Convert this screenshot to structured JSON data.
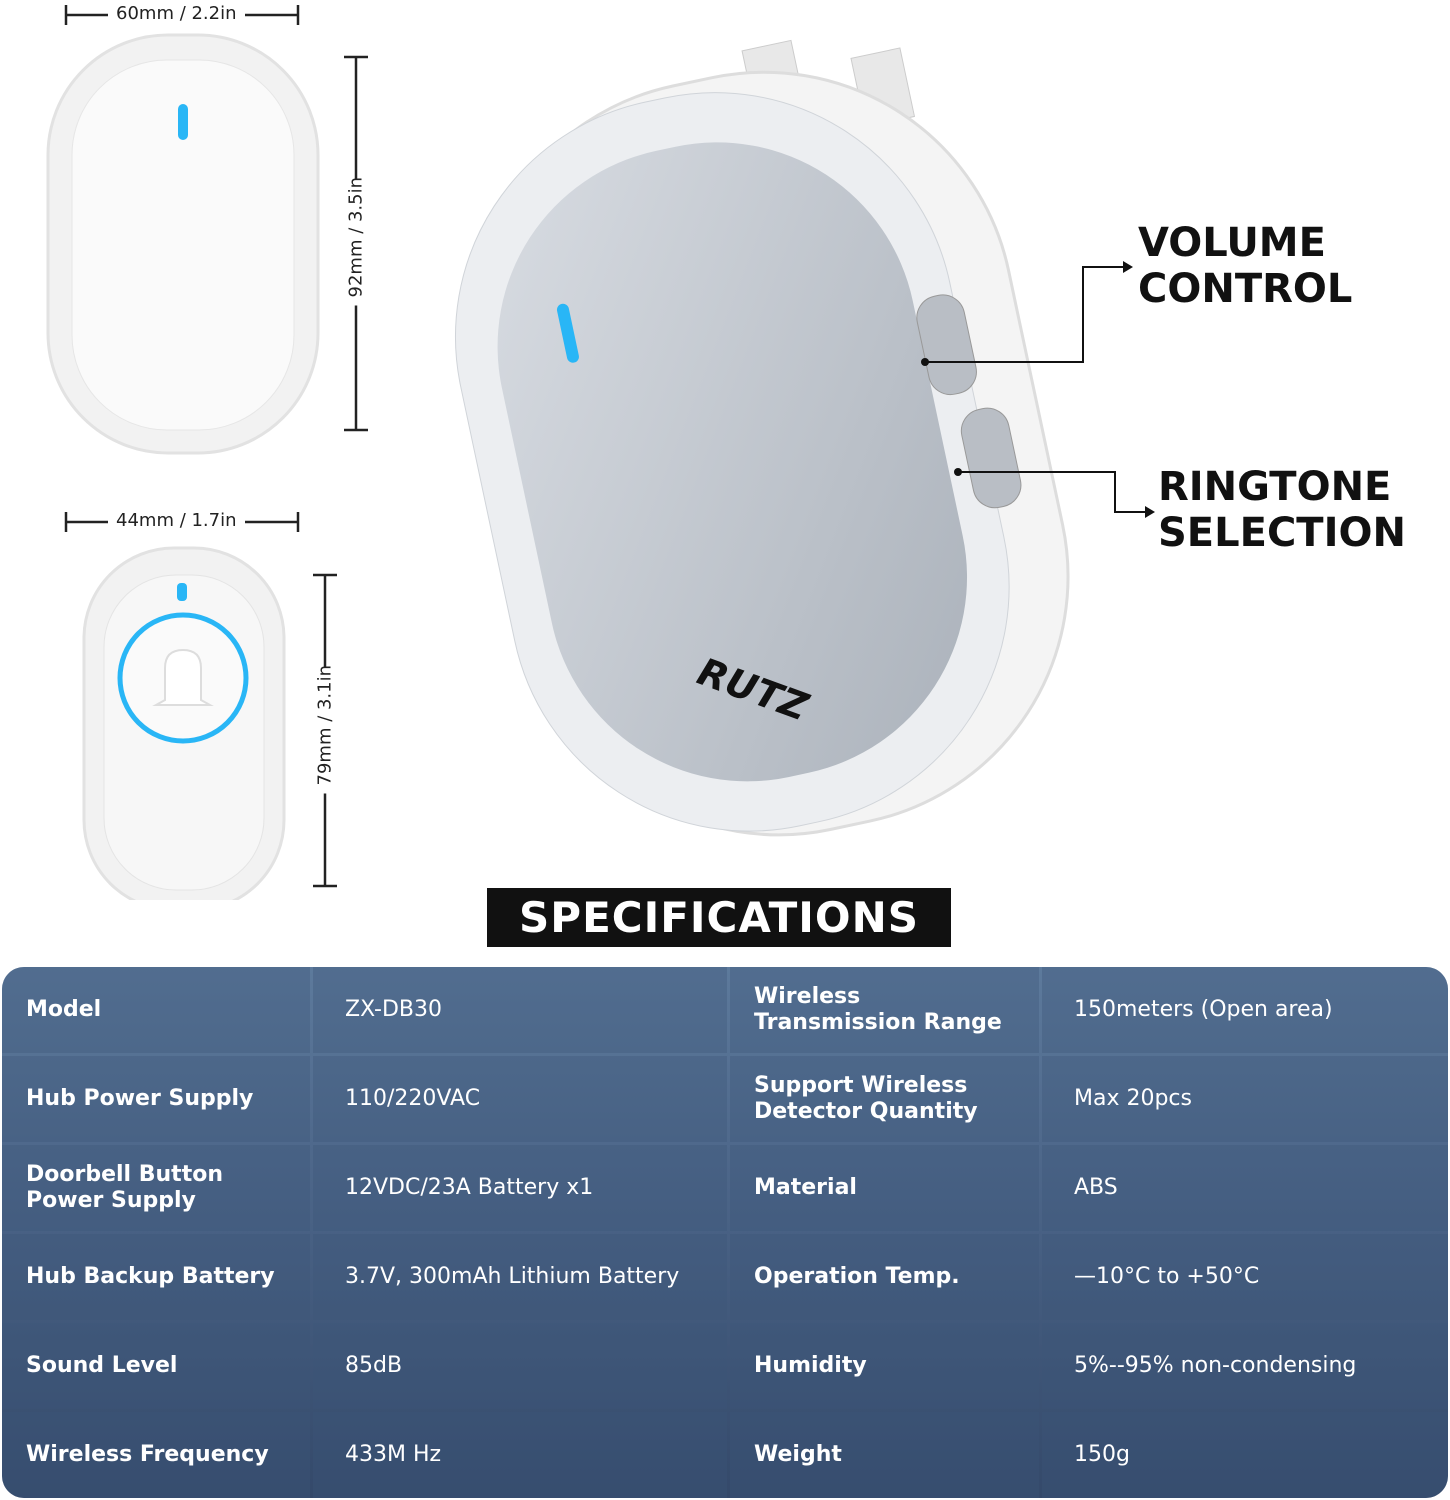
{
  "dimensions": {
    "chime_width": "60mm / 2.2in",
    "chime_height": "92mm / 3.5in",
    "button_width": "44mm / 1.7in",
    "button_height": "79mm / 3.1in"
  },
  "callouts": {
    "volume": [
      "VOLUME",
      "CONTROL"
    ],
    "ringtone": [
      "RINGTONE",
      "SELECTION"
    ]
  },
  "logo_text": "RUTZ",
  "spec_title": "SPECIFICATIONS",
  "specs": [
    {
      "label": "Model",
      "value": "ZX-DB30",
      "label2": "Wireless Transmission Range",
      "value2": "150meters (Open area)"
    },
    {
      "label": "Hub Power Supply",
      "value": "110/220VAC",
      "label2": "Support Wireless Detector Quantity",
      "value2": "Max 20pcs"
    },
    {
      "label": "Doorbell Button Power Supply",
      "value": "12VDC/23A Battery x1",
      "label2": "Material",
      "value2": "ABS"
    },
    {
      "label": "Hub Backup Battery",
      "value": "3.7V, 300mAh Lithium Battery",
      "label2": "Operation Temp.",
      "value2": "—10°C to +50°C"
    },
    {
      "label": "Sound Level",
      "value": "85dB",
      "label2": "Humidity",
      "value2": "5%--95% non-condensing"
    },
    {
      "label": "Wireless Frequency",
      "value": "433M Hz",
      "label2": "Weight",
      "value2": "150g"
    }
  ],
  "colors": {
    "led": "#29b6f6",
    "table": "#4a6386"
  }
}
